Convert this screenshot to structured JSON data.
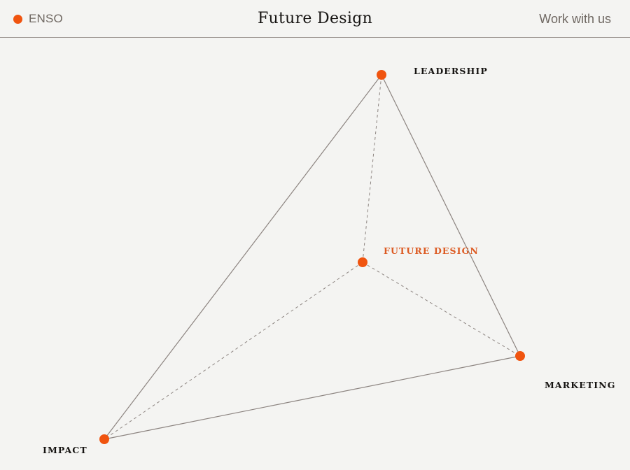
{
  "header": {
    "brand_label": "ENSO",
    "title": "Future Design",
    "cta_label": "Work with us"
  },
  "diagram": {
    "nodes": {
      "leadership": "LEADERSHIP",
      "future_design": "FUTURE DESIGN",
      "marketing": "MARKETING",
      "impact": "IMPACT"
    }
  },
  "colors": {
    "accent": "#f0540f",
    "center_label": "#dc5a22",
    "line": "#8c8480",
    "background": "#f4f4f2"
  }
}
